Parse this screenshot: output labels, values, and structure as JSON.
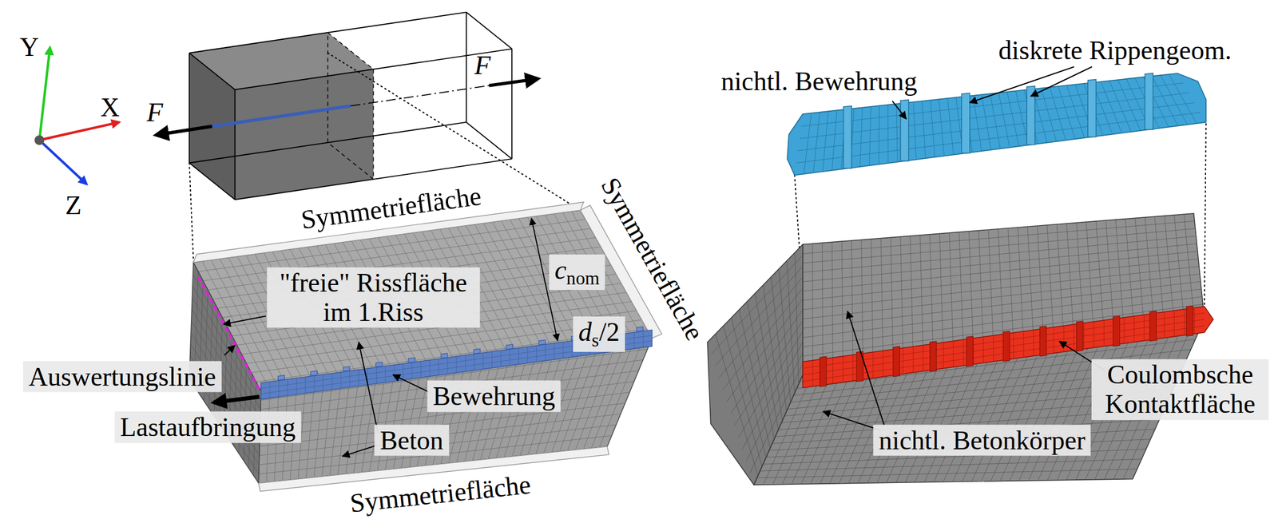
{
  "diagram": {
    "labels": [
      "Y",
      "X",
      "Z",
      "F",
      "F",
      "Symmetriefläche",
      "Symmetriefläche",
      "\"freie\" Rissfläche im 1.Riss",
      "c",
      "nom",
      "d",
      "s",
      "/2",
      "Auswertungslinie",
      "Bewehrung",
      "Lastaufbringung",
      "Beton",
      "Symmetriefläche",
      "nichtl. Bewehrung",
      "diskrete Rippengeom.",
      "Coulombsche Kontaktfläche",
      "nichtl. Betonkörper"
    ]
  }
}
